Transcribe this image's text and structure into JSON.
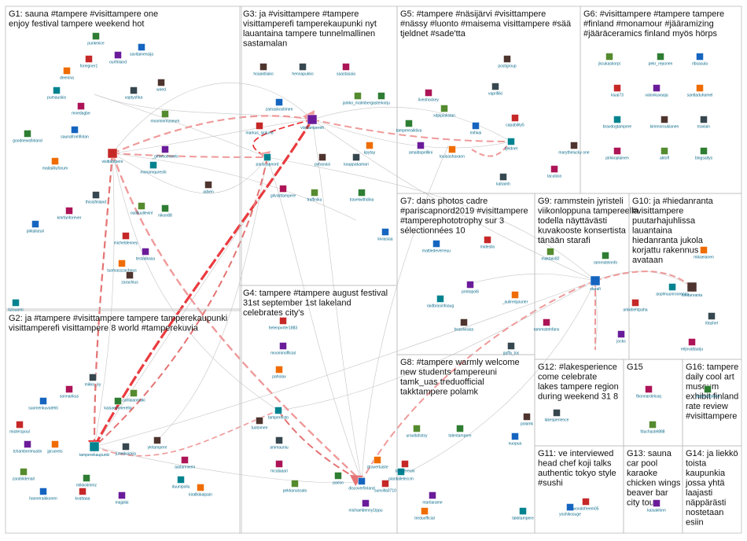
{
  "colors": {
    "box_border": "#bdbdbd",
    "edge_gray": "#c4c4c4",
    "edge_red": "#e8262a",
    "edge_pink": "#ef9a9a",
    "label": "#0a6a8a"
  },
  "groups": [
    {
      "id": "G1",
      "lines": [
        "G1: sauna #tampere #visittampere one",
        "enjoy festival tampere weekend hot"
      ]
    },
    {
      "id": "G2",
      "lines": [
        "G2: ja #tampere #visittampere tampere tamperekaupunki",
        "visittamperefi visittampere 8 world #tamperekuvia"
      ]
    },
    {
      "id": "G3",
      "lines": [
        "G3: ja #visittampere #tampere",
        "visittamperefi tamperekaupunki nyt",
        "lauantaina tampere tunnelmallinen",
        "sastamalan"
      ]
    },
    {
      "id": "G4",
      "lines": [
        "G4: tampere #tampere august festival",
        "31st september 1st lakeland",
        "celebrates city's"
      ]
    },
    {
      "id": "G5",
      "lines": [
        "G5: #tampere #näsijärvi #visittampere",
        "#nässy #luonto #maisema visittampere #sää",
        "tjeldnet #sade'tta"
      ]
    },
    {
      "id": "G6",
      "lines": [
        "G6: #visittampere #tampere tampere",
        "#finland #monamour #jääramizing",
        "#jääräceramics finland myös hörps"
      ]
    },
    {
      "id": "G7",
      "lines": [
        "G7: dans photos cadre",
        "#pariscapnord2019 #visittampere",
        "#tamperephototrophy sur 3",
        "sélectionnées 10"
      ]
    },
    {
      "id": "G8",
      "lines": [
        "G8: #tampere warmly welcome",
        "new students tampereuni",
        "tamk_uas treduofficial",
        "takktampere polamk"
      ]
    },
    {
      "id": "G9",
      "lines": [
        "G9: rammstein jyristeli",
        "viikonloppuna tampereella",
        "todella näyttävästi",
        "kuvakooste konsertista",
        "tänään starafi"
      ]
    },
    {
      "id": "G10",
      "lines": [
        "G10: ja #hiedanranta",
        "#visittampere",
        "puutarhajuhlissa",
        "lauantaina",
        "hiedanranta jukola",
        "korjattu rakennus",
        "avataan"
      ]
    },
    {
      "id": "G11",
      "lines": [
        "G11: ve interviewed",
        "head chef koji talks",
        "authentic tokyo style",
        "#sushi"
      ]
    },
    {
      "id": "G12",
      "lines": [
        "G12: #lakesperience",
        "come celebrate",
        "lakes tampere region",
        "during weekend 31 8"
      ]
    },
    {
      "id": "G13",
      "lines": [
        "G13: sauna",
        "car pool",
        "karaoke",
        "chicken wings",
        "beaver bar",
        "city tour"
      ]
    },
    {
      "id": "G14",
      "lines": [
        "G14: ja liekkö",
        "toista",
        "kaupunkia",
        "jossa yhtä",
        "laajasti",
        "näppärästi",
        "nostetaan",
        "esiin"
      ]
    },
    {
      "id": "G15",
      "lines": [
        "G15"
      ]
    },
    {
      "id": "G16",
      "lines": [
        "G16: tampere",
        "daily cool art",
        "museum",
        "exhibit finland",
        "rate review",
        "#visittampere"
      ]
    }
  ],
  "nodes": [
    {
      "label": "punkmice"
    },
    {
      "label": "savitainensija"
    },
    {
      "label": "foreigner1"
    },
    {
      "label": "ourfinland"
    },
    {
      "label": "deenina"
    },
    {
      "label": "pumauskis"
    },
    {
      "label": "wired"
    },
    {
      "label": "vaptyshka"
    },
    {
      "label": "mnedagbe"
    },
    {
      "label": "moominmuseum"
    },
    {
      "label": "goodnewsfinland"
    },
    {
      "label": "saunafromfinlan"
    },
    {
      "label": "visittampere"
    },
    {
      "label": "_girlwhotravels"
    },
    {
      "label": "maitaiilluforum"
    },
    {
      "label": "monamqureshi"
    },
    {
      "label": "adven"
    },
    {
      "label": "thisisfinland"
    },
    {
      "label": "kmrfanforever"
    },
    {
      "label": "outilluullevinl"
    },
    {
      "label": "nikon88"
    },
    {
      "label": "piktailuturi"
    },
    {
      "label": "micheldenney"
    },
    {
      "label": "testarikasa"
    },
    {
      "label": "tuomasszacheus"
    },
    {
      "label": "lizisuomi"
    },
    {
      "label": "zarachius"
    },
    {
      "label": "mikko_ky"
    },
    {
      "label": "sonnarikus"
    },
    {
      "label": "carllaiaomaki"
    },
    {
      "label": "kaisaemmerelta"
    },
    {
      "label": "suomenkuvalehti"
    },
    {
      "label": "misterspoul"
    },
    {
      "label": "tchamberimustin"
    },
    {
      "label": "jpruoreis"
    },
    {
      "label": "tamperekaupunki"
    },
    {
      "label": "yletampere"
    },
    {
      "label": "junelkoiskia"
    },
    {
      "label": "aarlanniemi"
    },
    {
      "label": "zarahildenarl"
    },
    {
      "label": "mikkoiimmz"
    },
    {
      "label": "hanneraikkonen"
    },
    {
      "label": "kvattaaa"
    },
    {
      "label": "majpilai"
    },
    {
      "label": "kirallkikaipain"
    },
    {
      "label": "duunipoilu"
    },
    {
      "label": "hoaaktiiako"
    },
    {
      "label": "hennapukko"
    },
    {
      "label": "saastasaia"
    },
    {
      "label": "jarkko_malmberg"
    },
    {
      "label": "asterkorju"
    },
    {
      "label": "zamaskostimen"
    },
    {
      "label": "markus_sjolund"
    },
    {
      "label": "visittamperefi"
    },
    {
      "label": "kpytay"
    },
    {
      "label": "pariscapnord"
    },
    {
      "label": "pyhanasi"
    },
    {
      "label": "kauppakamari"
    },
    {
      "label": "gitvisittampere"
    },
    {
      "label": "traffiniku"
    },
    {
      "label": "travelwithdina"
    },
    {
      "label": "kiviasiaa"
    },
    {
      "label": "helenporter1883"
    },
    {
      "label": "moominofficial"
    },
    {
      "label": "paholax"
    },
    {
      "label": "tampereisto"
    },
    {
      "label": "tuotomen"
    },
    {
      "label": "ammauniu"
    },
    {
      "label": "mcalaaari"
    },
    {
      "label": "pekkaruissalo"
    },
    {
      "label": "pariso"
    },
    {
      "label": "discoverfinland"
    },
    {
      "label": "sunvilla0710"
    },
    {
      "label": "michaeldenny1lppu"
    },
    {
      "label": "ztravertuiste"
    },
    {
      "label": "piantalleleccm"
    },
    {
      "label": "postigroup"
    },
    {
      "label": "vaprifiiki"
    },
    {
      "label": "liveshockey"
    },
    {
      "label": "xdpipiakstan"
    },
    {
      "label": "tampereaiktiva"
    },
    {
      "label": "mihkai"
    },
    {
      "label": "capability5"
    },
    {
      "label": "amaldopelllini"
    },
    {
      "label": "louisashaxaon"
    },
    {
      "label": "tjeldnet"
    },
    {
      "label": "marythelucky one"
    },
    {
      "label": "kahamh"
    },
    {
      "label": "tacutara"
    },
    {
      "label": "jkcukaskorpi"
    },
    {
      "label": "pekr_reponen"
    },
    {
      "label": "ribsasula"
    },
    {
      "label": "kiuai73"
    },
    {
      "label": "valonkuvaaja"
    },
    {
      "label": "santtaduhamel"
    },
    {
      "label": "bravdogtampere"
    },
    {
      "label": "kimmoroukianen"
    },
    {
      "label": "travlain"
    },
    {
      "label": "pirkkoplainen"
    },
    {
      "label": "aktofl"
    },
    {
      "label": "blogsaitys"
    },
    {
      "label": "mattiedeverreuu"
    },
    {
      "label": "midestio"
    },
    {
      "label": "printopol6"
    },
    {
      "label": "_aulireisjourier"
    },
    {
      "label": "raidbrasinfoaug"
    },
    {
      "label": "brasilvisias"
    },
    {
      "label": "guffa_toc"
    },
    {
      "label": "rammstelnfans"
    },
    {
      "label": "maktaio82"
    },
    {
      "label": "rammsteinnfo"
    },
    {
      "label": "starafi"
    },
    {
      "label": "arkkitiehtpaha"
    },
    {
      "label": "jocks"
    },
    {
      "label": "mikaeianen"
    },
    {
      "label": "aoplmuunroorenks"
    },
    {
      "label": "hiedanranta"
    },
    {
      "label": "ittashel"
    },
    {
      "label": "reljovaltaarju"
    },
    {
      "label": "uraultahstsy"
    },
    {
      "label": "talentampere"
    },
    {
      "label": "nuopua"
    },
    {
      "label": "tampereuni"
    },
    {
      "label": "martiarame"
    },
    {
      "label": "treduofficial"
    },
    {
      "label": "takktampere"
    },
    {
      "label": "polamk"
    },
    {
      "label": "lakesperience"
    },
    {
      "label": "fbonnardelcaq"
    },
    {
      "label": "fduchastel888"
    },
    {
      "label": "jbsansofplace"
    },
    {
      "label": "yoshikosuge"
    },
    {
      "label": "wondofreem05"
    },
    {
      "label": "kaisakhinn"
    }
  ]
}
